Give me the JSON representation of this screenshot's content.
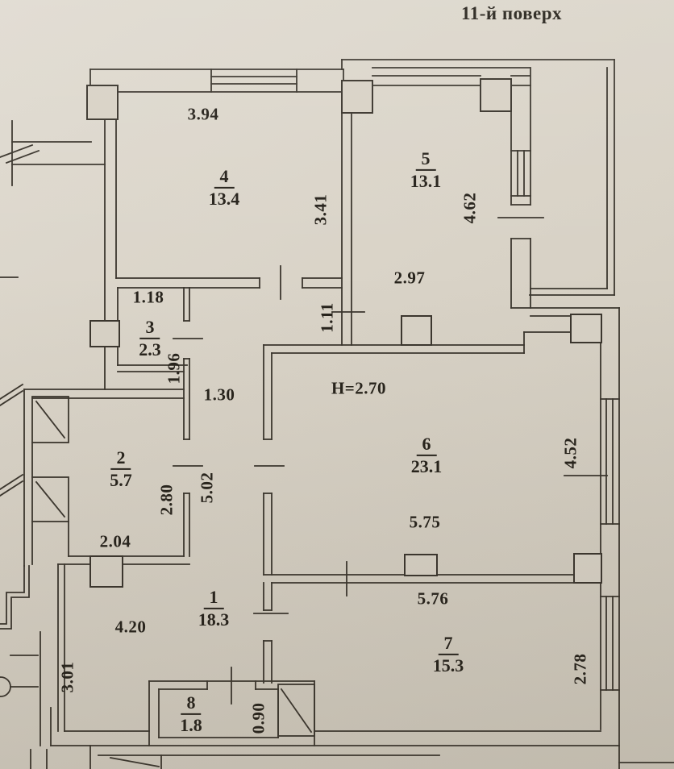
{
  "title": "11-й поверх",
  "rooms": {
    "r1": {
      "number": "1",
      "area": "18.3"
    },
    "r2": {
      "number": "2",
      "area": "5.7"
    },
    "r3": {
      "number": "3",
      "area": "2.3"
    },
    "r4": {
      "number": "4",
      "area": "13.4"
    },
    "r5": {
      "number": "5",
      "area": "13.1"
    },
    "r6": {
      "number": "6",
      "area": "23.1"
    },
    "r7": {
      "number": "7",
      "area": "15.3"
    },
    "r8": {
      "number": "8",
      "area": "1.8"
    }
  },
  "dims": {
    "ceiling_height": "H=2.70",
    "room4_width": "3.94",
    "room4_depth": "3.41",
    "room5_depth": "4.62",
    "room5_width": "2.97",
    "room3_width": "1.18",
    "room3_depth": "1.96",
    "opening_width": "1.11",
    "corridor_width": "1.30",
    "corridor_length": "5.02",
    "room2_depth": "2.80",
    "room2_width": "2.04",
    "room6_width": "5.75",
    "room6_depth": "4.52",
    "room7_width": "5.76",
    "room7_depth": "2.78",
    "hall_width": "4.20",
    "hall_depth": "3.01",
    "room8_width": "0.90"
  },
  "colors": {
    "paper": "#d9d3c7",
    "ink": "#3b362e"
  }
}
